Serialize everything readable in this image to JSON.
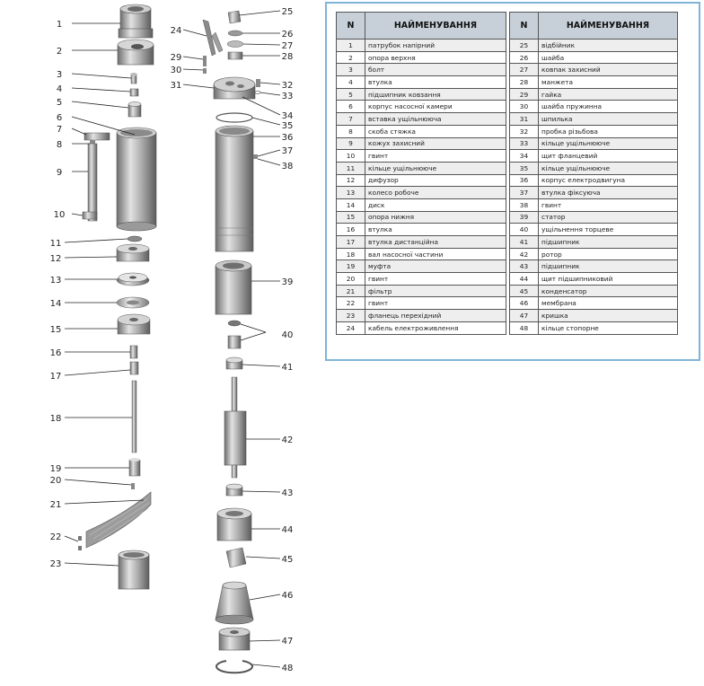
{
  "diagram": {
    "callouts": [
      "1",
      "2",
      "3",
      "4",
      "5",
      "6",
      "7",
      "8",
      "9",
      "10",
      "11",
      "12",
      "13",
      "14",
      "15",
      "16",
      "17",
      "18",
      "19",
      "20",
      "21",
      "22",
      "23",
      "24",
      "25",
      "26",
      "27",
      "28",
      "29",
      "30",
      "31",
      "32",
      "33",
      "34",
      "35",
      "36",
      "37",
      "38",
      "39",
      "40",
      "41",
      "42",
      "43",
      "44",
      "45",
      "46",
      "47",
      "48"
    ]
  },
  "table": {
    "header_n": "N",
    "header_name": "НАЙМЕНУВАННЯ",
    "left": [
      {
        "n": "1",
        "name": "патрубок напірний"
      },
      {
        "n": "2",
        "name": "опора верхня"
      },
      {
        "n": "3",
        "name": "болт"
      },
      {
        "n": "4",
        "name": "втулка"
      },
      {
        "n": "5",
        "name": "підшипник ковзання"
      },
      {
        "n": "6",
        "name": "корпус насосної камери"
      },
      {
        "n": "7",
        "name": "вставка ущільнююча"
      },
      {
        "n": "8",
        "name": "скоба стяжка"
      },
      {
        "n": "9",
        "name": "кожух захисний"
      },
      {
        "n": "10",
        "name": "гвинт"
      },
      {
        "n": "11",
        "name": "кільце ущільнююче"
      },
      {
        "n": "12",
        "name": "дифузор"
      },
      {
        "n": "13",
        "name": "колесо робоче"
      },
      {
        "n": "14",
        "name": "диск"
      },
      {
        "n": "15",
        "name": "опора нижня"
      },
      {
        "n": "16",
        "name": "втулка"
      },
      {
        "n": "17",
        "name": "втулка дистанційна"
      },
      {
        "n": "18",
        "name": "вал насосної частини"
      },
      {
        "n": "19",
        "name": "муфта"
      },
      {
        "n": "20",
        "name": "гвинт"
      },
      {
        "n": "21",
        "name": "фільтр"
      },
      {
        "n": "22",
        "name": "гвинт"
      },
      {
        "n": "23",
        "name": "фланець перехідний"
      },
      {
        "n": "24",
        "name": "кабель електроживлення"
      }
    ],
    "right": [
      {
        "n": "25",
        "name": "відбійник"
      },
      {
        "n": "26",
        "name": "шайба"
      },
      {
        "n": "27",
        "name": "ковпак захисний"
      },
      {
        "n": "28",
        "name": "манжета"
      },
      {
        "n": "29",
        "name": "гайка"
      },
      {
        "n": "30",
        "name": "шайба пружинна"
      },
      {
        "n": "31",
        "name": "шпилька"
      },
      {
        "n": "32",
        "name": "пробка різьбова"
      },
      {
        "n": "33",
        "name": "кільце ущільнююче"
      },
      {
        "n": "34",
        "name": "щит фланцевий"
      },
      {
        "n": "35",
        "name": "кільце ущільнююче"
      },
      {
        "n": "36",
        "name": "корпус електродвигуна"
      },
      {
        "n": "37",
        "name": "втулка фіксуюча"
      },
      {
        "n": "38",
        "name": "гвинт"
      },
      {
        "n": "39",
        "name": "статор"
      },
      {
        "n": "40",
        "name": "ущільнення торцеве"
      },
      {
        "n": "41",
        "name": "підшипник"
      },
      {
        "n": "42",
        "name": "ротор"
      },
      {
        "n": "43",
        "name": "підшипник"
      },
      {
        "n": "44",
        "name": "щит підшипниковий"
      },
      {
        "n": "45",
        "name": "конденсатор"
      },
      {
        "n": "46",
        "name": "мембрана"
      },
      {
        "n": "47",
        "name": "кришка"
      },
      {
        "n": "48",
        "name": "кільце стопорне"
      }
    ]
  }
}
